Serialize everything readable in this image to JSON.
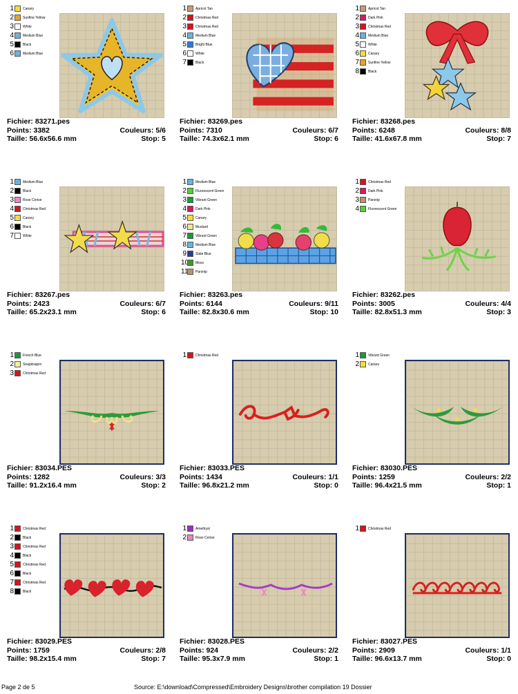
{
  "footer": {
    "page": "Page 2 de 5",
    "source": "Source: E:\\download\\Compressed\\Embroidery Designs\\brother compilation 19 Dossier"
  },
  "designs": [
    {
      "file": "Fichier: 83271.pes",
      "points": "Points: 3382",
      "size": "Taille: 56.6x56.6 mm",
      "colors": "Couleurs: 5/6",
      "stop": "Stop: 5",
      "icon": "star-heart-icon",
      "threads": [
        {
          "n": "1",
          "name": "Canary",
          "color": "#f5dd3b"
        },
        {
          "n": "2",
          "name": "Sunfine Yellow",
          "color": "#e9a520"
        },
        {
          "n": "3",
          "name": "White",
          "color": "#ffffff"
        },
        {
          "n": "4",
          "name": "Medium Blue",
          "color": "#67b4de"
        },
        {
          "n": "5",
          "name": "Black",
          "color": "#000000"
        },
        {
          "n": "6",
          "name": "Medium Blue",
          "color": "#67b4de"
        }
      ]
    },
    {
      "file": "Fichier: 83269.pes",
      "points": "Points: 7310",
      "size": "Taille: 74.3x62.1 mm",
      "colors": "Couleurs: 6/7",
      "stop": "Stop: 6",
      "icon": "flag-heart-icon",
      "threads": [
        {
          "n": "1",
          "name": "Apricot Tan",
          "color": "#c89a76"
        },
        {
          "n": "2",
          "name": "Christmas Red",
          "color": "#d5151d"
        },
        {
          "n": "3",
          "name": "Christmas Red",
          "color": "#d5151d"
        },
        {
          "n": "4",
          "name": "Medium Blue",
          "color": "#67b4de"
        },
        {
          "n": "5",
          "name": "Bright Blue",
          "color": "#2f7ad8"
        },
        {
          "n": "6",
          "name": "White",
          "color": "#ffffff"
        },
        {
          "n": "7",
          "name": "Black",
          "color": "#000000"
        }
      ]
    },
    {
      "file": "Fichier: 83268.pes",
      "points": "Points: 6248",
      "size": "Taille: 41.6x67.8 mm",
      "colors": "Couleurs: 8/8",
      "stop": "Stop: 7",
      "icon": "bow-stars-icon",
      "threads": [
        {
          "n": "1",
          "name": "Apricot Tan",
          "color": "#c89a76"
        },
        {
          "n": "2",
          "name": "Dark Pink",
          "color": "#d8195e"
        },
        {
          "n": "3",
          "name": "Christmas Red",
          "color": "#d5151d"
        },
        {
          "n": "4",
          "name": "Medium Blue",
          "color": "#67b4de"
        },
        {
          "n": "5",
          "name": "White",
          "color": "#ffffff"
        },
        {
          "n": "6",
          "name": "Canary",
          "color": "#f5dd3b"
        },
        {
          "n": "7",
          "name": "Sunfine Yellow",
          "color": "#e9a520"
        },
        {
          "n": "8",
          "name": "Black",
          "color": "#000000"
        }
      ]
    },
    {
      "file": "Fichier: 83267.pes",
      "points": "Points: 2423",
      "size": "Taille: 65.2x23.1 mm",
      "colors": "Couleurs: 6/7",
      "stop": "Stop: 6",
      "icon": "star-ribbon-border-icon",
      "threads": [
        {
          "n": "1",
          "name": "Medium Blue",
          "color": "#67b4de"
        },
        {
          "n": "2",
          "name": "Black",
          "color": "#000000"
        },
        {
          "n": "3",
          "name": "Rose Cerise",
          "color": "#ee84c0"
        },
        {
          "n": "4",
          "name": "Christmas Red",
          "color": "#d5151d"
        },
        {
          "n": "5",
          "name": "Canary",
          "color": "#f5dd3b"
        },
        {
          "n": "6",
          "name": "Black",
          "color": "#000000"
        },
        {
          "n": "7",
          "name": "White",
          "color": "#ffffff"
        }
      ]
    },
    {
      "file": "Fichier: 83263.pes",
      "points": "Points: 6144",
      "size": "Taille: 82.8x30.6 mm",
      "colors": "Couleurs: 9/11",
      "stop": "Stop: 10",
      "icon": "apples-basket-icon",
      "threads": [
        {
          "n": "1",
          "name": "Medium Blue",
          "color": "#67b4de"
        },
        {
          "n": "2",
          "name": "Fluorescent Green",
          "color": "#55d135"
        },
        {
          "n": "3",
          "name": "Vibrant Green",
          "color": "#1b9a3a"
        },
        {
          "n": "4",
          "name": "Dark Pink",
          "color": "#d8195e"
        },
        {
          "n": "5",
          "name": "Canary",
          "color": "#f5dd3b"
        },
        {
          "n": "6",
          "name": "Mustard",
          "color": "#f1e39a"
        },
        {
          "n": "7",
          "name": "Vibrant Green",
          "color": "#1b9a3a"
        },
        {
          "n": "8",
          "name": "Medium Blue",
          "color": "#67b4de"
        },
        {
          "n": "9",
          "name": "Slate Blue",
          "color": "#2a3b9c"
        },
        {
          "n": "10",
          "name": "Moss",
          "color": "#3c9a2a"
        },
        {
          "n": "11",
          "name": "Parsnip",
          "color": "#b8956a"
        }
      ]
    },
    {
      "file": "Fichier: 83262.pes",
      "points": "Points: 3005",
      "size": "Taille: 82.8x51.3 mm",
      "colors": "Couleurs: 4/4",
      "stop": "Stop: 3",
      "icon": "apple-sprig-icon",
      "threads": [
        {
          "n": "1",
          "name": "Christmas Red",
          "color": "#d5151d"
        },
        {
          "n": "2",
          "name": "Dark Pink",
          "color": "#d8195e"
        },
        {
          "n": "3",
          "name": "Parsnip",
          "color": "#b8956a"
        },
        {
          "n": "4",
          "name": "Fluorescent Green",
          "color": "#55d135"
        }
      ]
    },
    {
      "file": "Fichier: 83034.PES",
      "points": "Points: 1282",
      "size": "Taille: 91.2x16.4 mm",
      "colors": "Couleurs: 3/3",
      "stop": "Stop: 2",
      "icon": "leaf-swirl-border-icon",
      "threads": [
        {
          "n": "1",
          "name": "French Blue",
          "color": "#1b9a3a"
        },
        {
          "n": "2",
          "name": "Snapdragon",
          "color": "#f6ec9b"
        },
        {
          "n": "3",
          "name": "Christmas Red",
          "color": "#d5151d"
        }
      ]
    },
    {
      "file": "Fichier: 83033.PES",
      "points": "Points: 1434",
      "size": "Taille: 96.8x21.2 mm",
      "colors": "Couleurs: 1/1",
      "stop": "Stop: 0",
      "icon": "red-scroll-icon",
      "threads": [
        {
          "n": "1",
          "name": "Christmas Red",
          "color": "#d5151d"
        }
      ]
    },
    {
      "file": "Fichier: 83030.PES",
      "points": "Points: 1259",
      "size": "Taille: 96.4x21.5 mm",
      "colors": "Couleurs: 2/2",
      "stop": "Stop: 1",
      "icon": "swag-border-icon",
      "threads": [
        {
          "n": "1",
          "name": "Vibrant Green",
          "color": "#1b9a3a"
        },
        {
          "n": "2",
          "name": "Canary",
          "color": "#f5dd3b"
        }
      ]
    },
    {
      "file": "Fichier: 83029.PES",
      "points": "Points: 1759",
      "size": "Taille: 98.2x15.4 mm",
      "colors": "Couleurs: 2/8",
      "stop": "Stop: 7",
      "icon": "hearts-border-icon",
      "threads": [
        {
          "n": "1",
          "name": "Christmas Red",
          "color": "#d5151d"
        },
        {
          "n": "2",
          "name": "Black",
          "color": "#000000"
        },
        {
          "n": "3",
          "name": "Christmas Red",
          "color": "#d5151d"
        },
        {
          "n": "4",
          "name": "Black",
          "color": "#000000"
        },
        {
          "n": "5",
          "name": "Christmas Red",
          "color": "#d5151d"
        },
        {
          "n": "6",
          "name": "Black",
          "color": "#000000"
        },
        {
          "n": "7",
          "name": "Christmas Red",
          "color": "#d5151d"
        },
        {
          "n": "8",
          "name": "Black",
          "color": "#000000"
        }
      ]
    },
    {
      "file": "Fichier: 83028.PES",
      "points": "Points: 924",
      "size": "Taille: 95.3x7.9 mm",
      "colors": "Couleurs: 2/2",
      "stop": "Stop: 1",
      "icon": "purple-swag-icon",
      "threads": [
        {
          "n": "1",
          "name": "Amethyst",
          "color": "#9b2fc2"
        },
        {
          "n": "2",
          "name": "Rose Cerise",
          "color": "#ee84c0"
        }
      ]
    },
    {
      "file": "Fichier: 83027.PES",
      "points": "Points: 2909",
      "size": "Taille: 96.6x13.7 mm",
      "colors": "Couleurs: 1/1",
      "stop": "Stop: 0",
      "icon": "red-wave-border-icon",
      "threads": [
        {
          "n": "1",
          "name": "Christmas Red",
          "color": "#d5151d"
        }
      ]
    }
  ]
}
